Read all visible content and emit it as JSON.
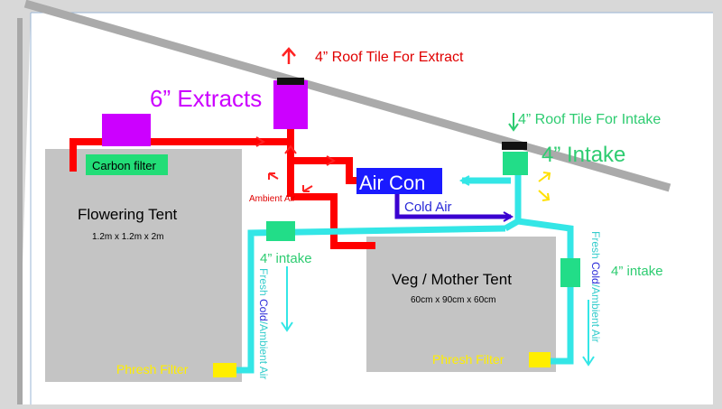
{
  "labels": {
    "roof_tile_extract": "4” Roof Tile For Extract",
    "extracts": "6” Extracts",
    "roof_tile_intake": "4” Roof Tile For Intake",
    "intake_main": "4” Intake",
    "carbon_filter": "Carbon filter",
    "ambient_air": "Ambient Air",
    "air_con": "Air Con",
    "cold_air": "Cold Air",
    "intake_left": "4” intake",
    "intake_right": "4” intake",
    "fresh_part1": "Fresh ",
    "fresh_part2": "Cold",
    "fresh_part3": "/Ambient Air",
    "phresh_filter_left": "Phresh Filter",
    "phresh_filter_right": "Phresh Filter"
  },
  "tents": {
    "flowering": {
      "title": "Flowering Tent",
      "size": "1.2m x 1.2m x 2m"
    },
    "veg": {
      "title": "Veg / Mother Tent",
      "size": "60cm x 90cm x 60cm"
    }
  },
  "colors": {
    "extract": "#ff0000",
    "extract_label": "#e00000",
    "fan": "#cc00ff",
    "intake": "#33e6e6",
    "intake_fan": "#22dd88",
    "intake_label": "#2ecc71",
    "aircon": "#1a1aff",
    "cold_air": "#3a00d0",
    "filter_yellow": "#ffee00",
    "tent": "#c4c4c4"
  }
}
